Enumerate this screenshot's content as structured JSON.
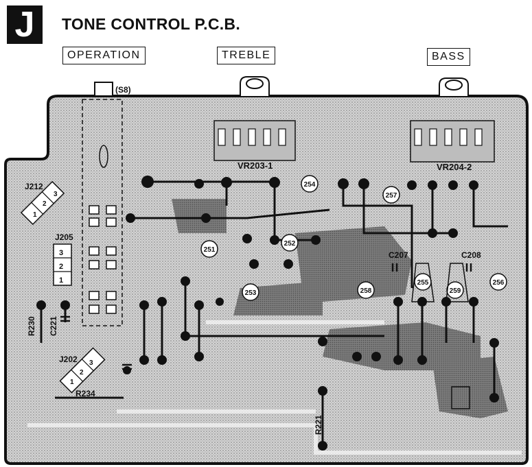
{
  "header": {
    "section_letter": "J",
    "title": "TONE CONTROL P.C.B."
  },
  "controls": {
    "operation": "OPERATION",
    "treble": "TREBLE",
    "bass": "BASS",
    "switch_ref": "(S8)"
  },
  "refs": {
    "vr_treble": "VR203-1",
    "vr_bass": "VR204-2",
    "j212": "J212",
    "j202": "J202",
    "j205": "J205",
    "c221": "C221",
    "c207": "C207",
    "c208": "C208",
    "r234": "R234",
    "r221": "R221",
    "r230": "R230"
  },
  "test_points": [
    "251",
    "252",
    "253",
    "254",
    "255",
    "256",
    "257",
    "258",
    "259"
  ],
  "pin_labels": [
    "1",
    "2",
    "3"
  ],
  "colors": {
    "ink": "#111111",
    "board": "#c9c9c9",
    "copper": "#8a8a8a"
  }
}
